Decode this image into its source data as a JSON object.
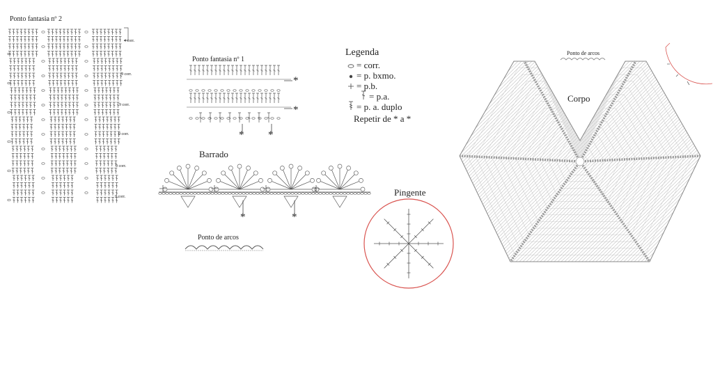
{
  "ponto2": {
    "title": "Ponto fantasia nº 2",
    "row_labels": [
      "4 corr.",
      "9 corr.",
      "9 corr.",
      "9 corr.",
      "9 corr.",
      "9 corr."
    ]
  },
  "ponto1": {
    "title": "Ponto fantasia nº 1",
    "marker": "*"
  },
  "legend": {
    "title": "Legenda",
    "items": [
      {
        "symbol": "chain-oval-icon",
        "text": "= corr."
      },
      {
        "symbol": "dot-icon",
        "text": "= p. bxmo."
      },
      {
        "symbol": "plus-icon",
        "text": "= p.b."
      },
      {
        "symbol": "double-crochet-icon",
        "text": "= p.a."
      },
      {
        "symbol": "treble-crochet-icon",
        "text": "= p. a. duplo"
      }
    ],
    "repeat_note": "Repetir de * a *"
  },
  "barrado": {
    "title": "Barrado",
    "marker": "*"
  },
  "arcos": {
    "title": "Ponto de arcos",
    "small_title": "Ponto de arcos"
  },
  "pingente": {
    "title": "Pingente",
    "ring_color": "#d9534f"
  },
  "corpo": {
    "title": "Corpo"
  }
}
